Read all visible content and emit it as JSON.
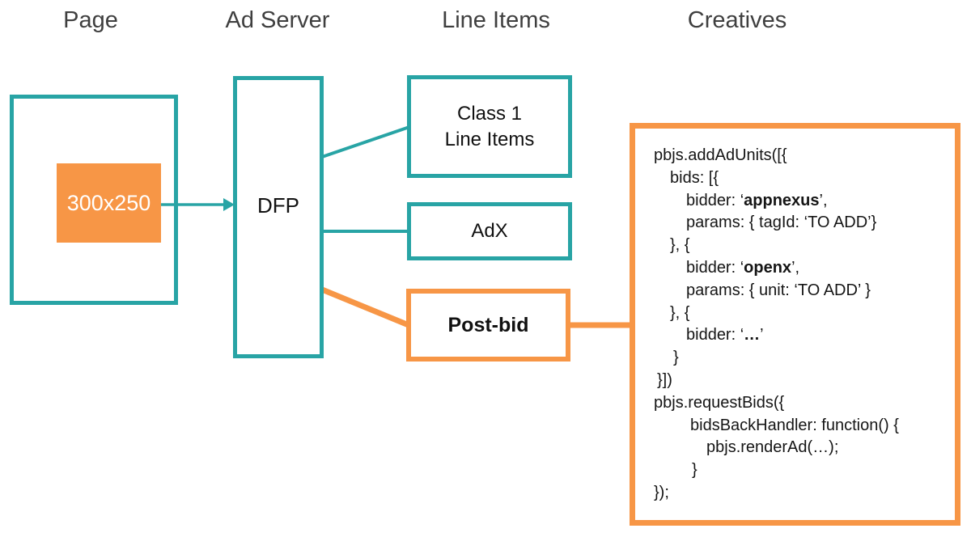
{
  "colors": {
    "teal": "#28a4a5",
    "orange": "#f79646",
    "heading": "#3f3f3f",
    "code_text": "#151515",
    "slot_text": "#ffffff"
  },
  "headers": {
    "page": "Page",
    "ad_server": "Ad Server",
    "line_items": "Line Items",
    "creatives": "Creatives"
  },
  "page": {
    "ad_slot": "300x250"
  },
  "ad_server": {
    "dfp": "DFP"
  },
  "line_items": {
    "class1": [
      "Class 1",
      "Line Items"
    ],
    "adx": "AdX",
    "postbid": "Post-bid"
  },
  "creatives": {
    "code_lines": [
      {
        "indent": 0,
        "segments": [
          {
            "t": "pbjs.addAdUnits([{"
          }
        ]
      },
      {
        "indent": 1,
        "segments": [
          {
            "t": "bids: [{"
          }
        ]
      },
      {
        "indent": 2,
        "segments": [
          {
            "t": "bidder: ‘"
          },
          {
            "t": "appnexus",
            "b": true
          },
          {
            "t": "’,"
          }
        ]
      },
      {
        "indent": 2,
        "segments": [
          {
            "t": "params: { tagId: ‘TO ADD’}"
          }
        ]
      },
      {
        "indent": 1,
        "segments": [
          {
            "t": "}, {"
          }
        ]
      },
      {
        "indent": 2,
        "segments": [
          {
            "t": "bidder: ‘"
          },
          {
            "t": "openx",
            "b": true
          },
          {
            "t": "’,"
          }
        ]
      },
      {
        "indent": 2,
        "segments": [
          {
            "t": "params: { unit: ‘TO ADD’ }"
          }
        ]
      },
      {
        "indent": 1,
        "segments": [
          {
            "t": "}, {"
          }
        ]
      },
      {
        "indent": 2,
        "segments": [
          {
            "t": "bidder: ‘"
          },
          {
            "t": "…",
            "b": true
          },
          {
            "t": "’"
          }
        ]
      },
      {
        "indent": 1.2,
        "segments": [
          {
            "t": "}"
          }
        ]
      },
      {
        "indent": 0.2,
        "segments": [
          {
            "t": "}])"
          }
        ]
      },
      {
        "indent": 0,
        "segments": [
          {
            "t": "pbjs.requestBids({"
          }
        ]
      },
      {
        "indent": 2.25,
        "segments": [
          {
            "t": "bidsBackHandler: function() {"
          }
        ]
      },
      {
        "indent": 3.25,
        "segments": [
          {
            "t": "pbjs.renderAd(…);"
          }
        ]
      },
      {
        "indent": 2.35,
        "segments": [
          {
            "t": "}"
          }
        ]
      },
      {
        "indent": 0,
        "segments": [
          {
            "t": "});"
          }
        ]
      }
    ]
  }
}
